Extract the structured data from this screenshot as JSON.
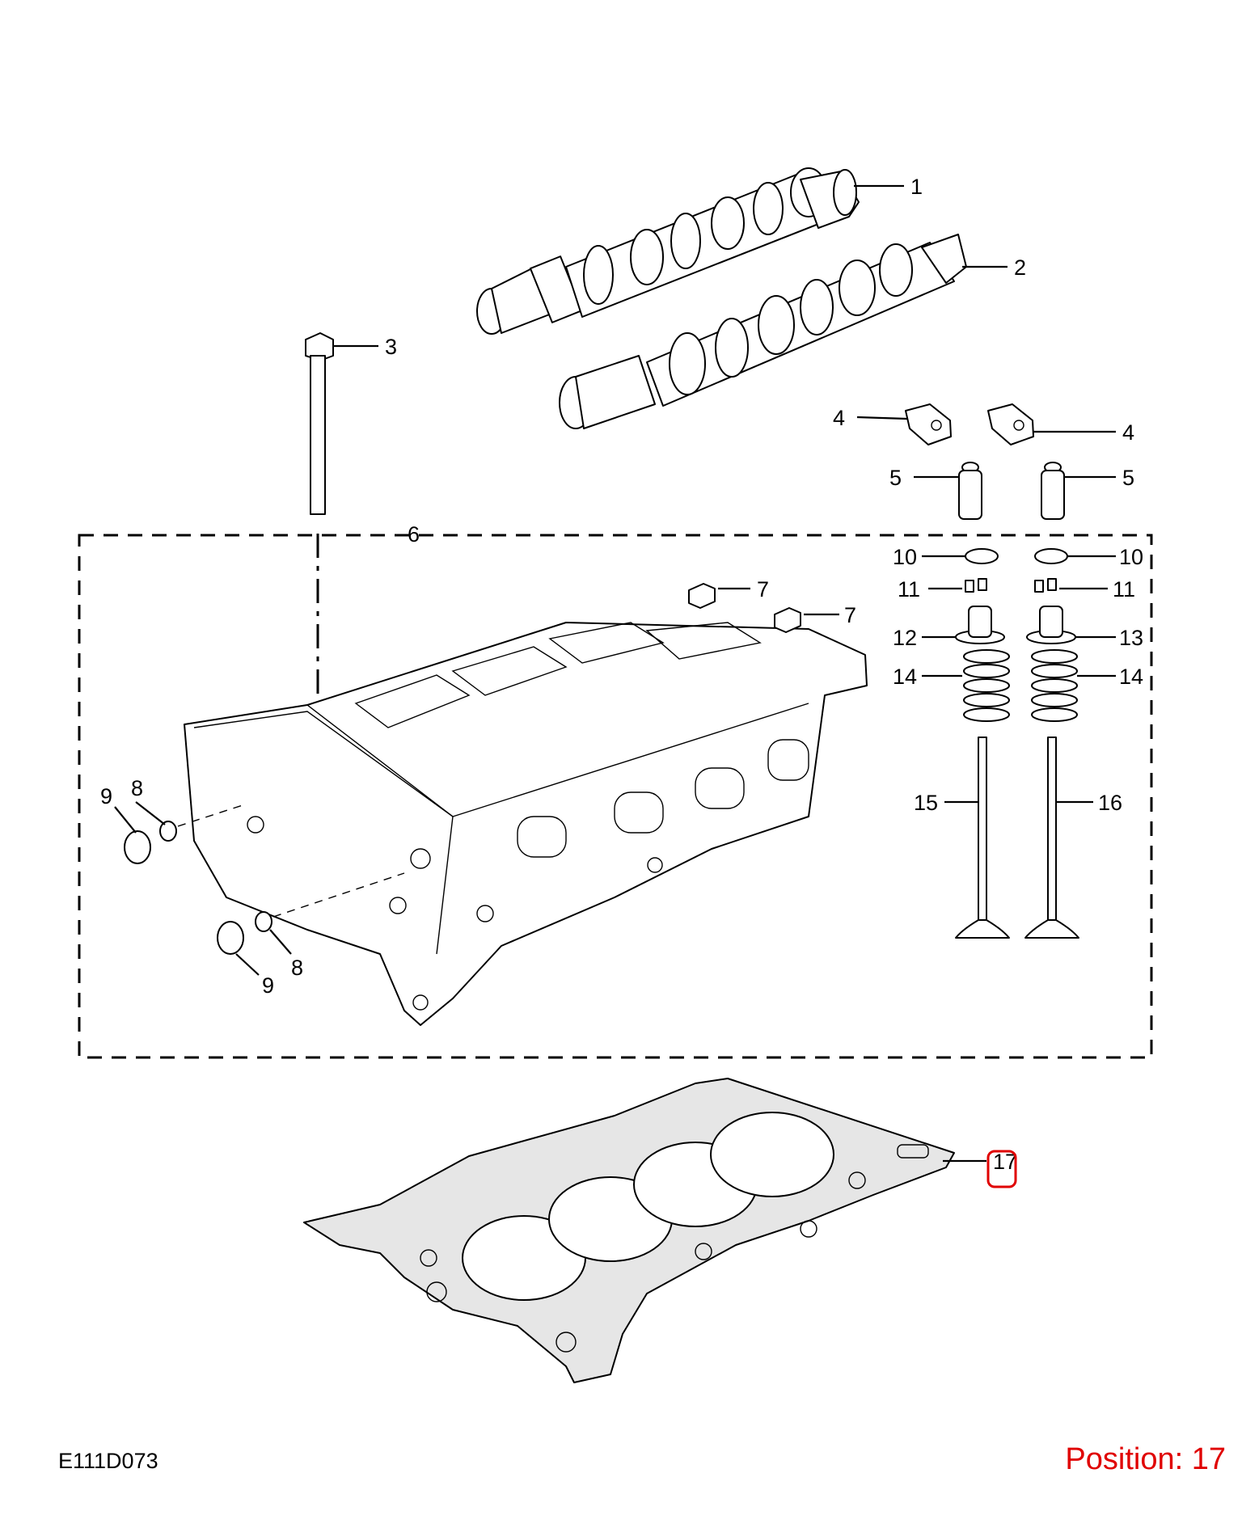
{
  "diagram": {
    "code": "E111D073",
    "position_text": "Position: 17",
    "highlight_color": "#e00000",
    "selected_position": "17",
    "callouts": [
      "1",
      "2",
      "3",
      "4",
      "4",
      "5",
      "5",
      "6",
      "7",
      "7",
      "8",
      "8",
      "9",
      "9",
      "10",
      "10",
      "11",
      "11",
      "12",
      "13",
      "14",
      "14",
      "15",
      "16",
      "17"
    ]
  }
}
